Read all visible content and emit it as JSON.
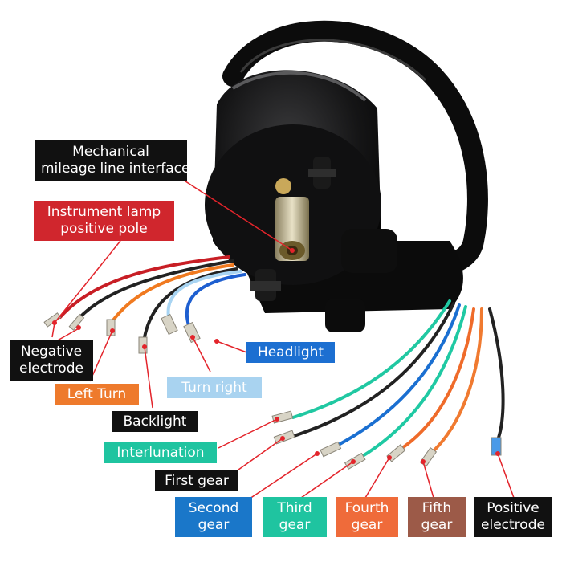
{
  "colors": {
    "black_label": "#111111",
    "red_label": "#d0262d",
    "blue_label": "#1c6fd1",
    "light_blue_label": "#a9d3f0",
    "orange_label": "#ee7a2c",
    "teal_label": "#1fc4a0",
    "second_gear_blue": "#1a77c9",
    "fourth_gear_orange": "#ef6b3a",
    "fifth_gear_brown": "#9c5a48",
    "pointer_dot": "#e3242b"
  },
  "labels": {
    "mechanical": "Mechanical mileage line interface",
    "instrument_lamp": "Instrument lamp positive pole",
    "negative": "Negative electrode",
    "left_turn": "Left Turn",
    "backlight": "Backlight",
    "headlight": "Headlight",
    "turn_right": "Turn right",
    "interlunation": "Interlunation",
    "first_gear": "First gear",
    "second_gear": "Second gear",
    "third_gear": "Third gear",
    "fourth_gear": "Fourth gear",
    "fifth_gear": "Fifth gear",
    "positive": "Positive electrode"
  },
  "label_lines": {
    "mechanical": [
      "Mechanical",
      "mileage line interface"
    ],
    "instrument_lamp": [
      "Instrument lamp",
      "positive pole"
    ],
    "negative": [
      "Negative",
      "electrode"
    ],
    "second_gear": [
      "Second",
      "gear"
    ],
    "third_gear": [
      "Third",
      "gear"
    ],
    "fourth_gear": [
      "Fourth",
      "gear"
    ],
    "fifth_gear": [
      "Fifth",
      "gear"
    ],
    "positive": [
      "Positive",
      "electrode"
    ]
  }
}
